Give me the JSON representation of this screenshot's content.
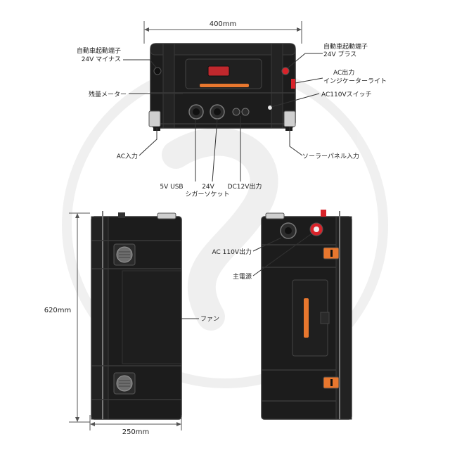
{
  "dimensions": {
    "width": "400mm",
    "height": "620mm",
    "depth": "250mm"
  },
  "labels": {
    "car_minus": [
      "自動車起動端子",
      "24V マイナス"
    ],
    "car_plus": [
      "自動車起動端子",
      "24V プラス"
    ],
    "ac_indicator": [
      "AC出力",
      "インジケーターライト"
    ],
    "ac_switch": "AC110Vスイッチ",
    "meter": "残量メーター",
    "ac_input": "AC入力",
    "solar_input": "ソーラーパネル入力",
    "usb": "5V USB",
    "cigar": [
      "24V",
      "シガーソケット"
    ],
    "dc12": "DC12V出力",
    "ac_out": "AC 110V出力",
    "main_power": "主電源",
    "fan": "ファン"
  },
  "colors": {
    "body": "#1c1c1c",
    "edge": "#2e2e2e",
    "accent": "#e8772e",
    "red": "#d8232a",
    "meter_display": "#c0282d",
    "dim_line": "#555555"
  }
}
